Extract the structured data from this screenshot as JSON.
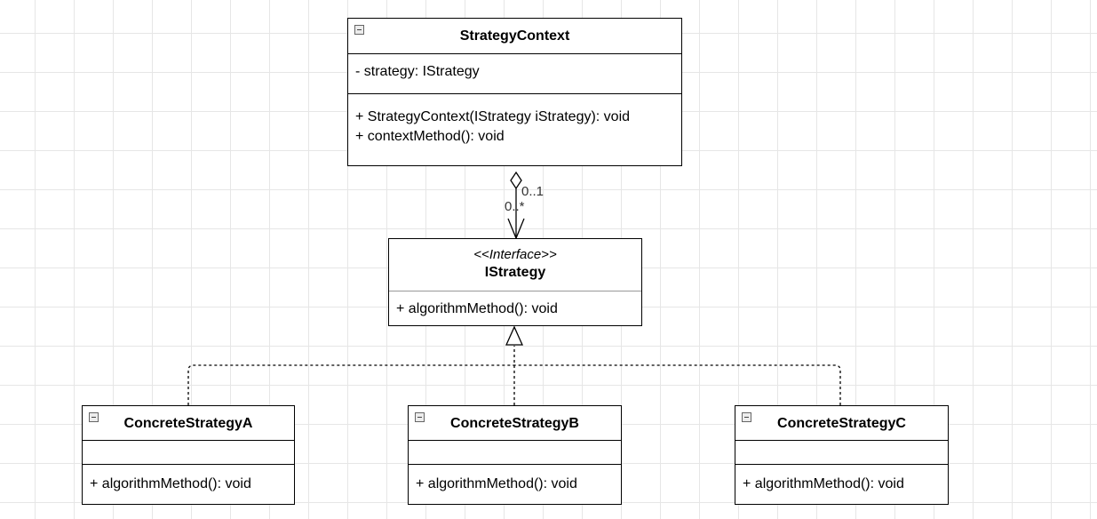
{
  "context": {
    "name": "StrategyContext",
    "attributes": [
      "- strategy: IStrategy"
    ],
    "methods": [
      "+ StrategyContext(IStrategy iStrategy): void",
      "+ contextMethod(): void"
    ]
  },
  "interface": {
    "stereotype": "<<Interface>>",
    "name": "IStrategy",
    "methods": [
      "+ algorithmMethod(): void"
    ]
  },
  "concrete": [
    {
      "name": "ConcreteStrategyA",
      "methods": [
        "+ algorithmMethod(): void"
      ]
    },
    {
      "name": "ConcreteStrategyB",
      "methods": [
        "+ algorithmMethod(): void"
      ]
    },
    {
      "name": "ConcreteStrategyC",
      "methods": [
        "+ algorithmMethod(): void"
      ]
    }
  ],
  "association": {
    "source_multiplicity": "0..1",
    "target_multiplicity": "0..*"
  }
}
